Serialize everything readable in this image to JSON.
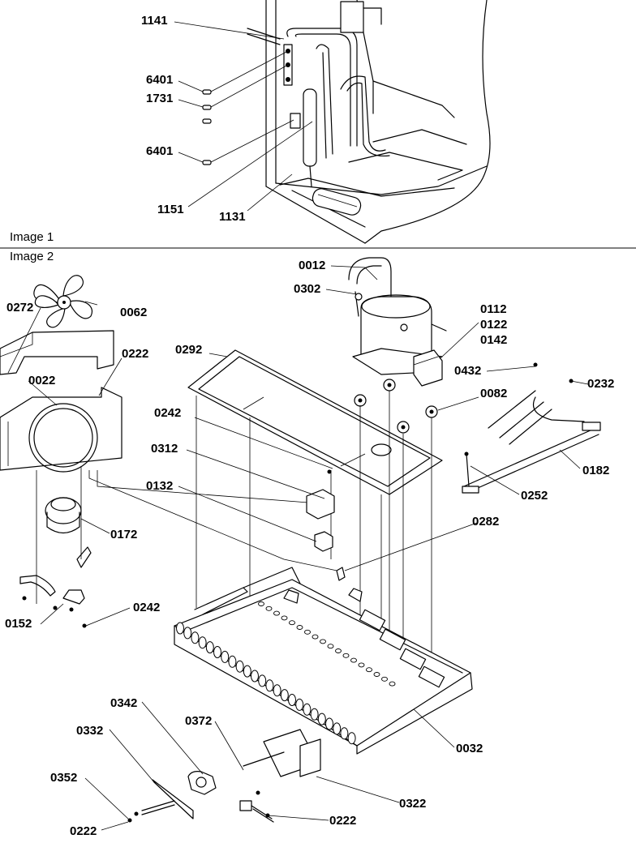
{
  "sections": [
    {
      "id": "image1",
      "title": "Image 1"
    },
    {
      "id": "image2",
      "title": "Image 2"
    }
  ],
  "image1": {
    "labels": [
      "1141",
      "6401",
      "1731",
      "6401",
      "1151",
      "1131"
    ]
  },
  "image2": {
    "labels": [
      "0012",
      "0302",
      "0112",
      "0122",
      "0142",
      "0272",
      "0062",
      "0222",
      "0292",
      "0022",
      "0432",
      "0232",
      "0082",
      "0242",
      "0312",
      "0182",
      "0132",
      "0252",
      "0282",
      "0172",
      "0242",
      "0152",
      "0342",
      "0372",
      "0332",
      "0032",
      "0352",
      "0322",
      "0222",
      "0222"
    ]
  }
}
